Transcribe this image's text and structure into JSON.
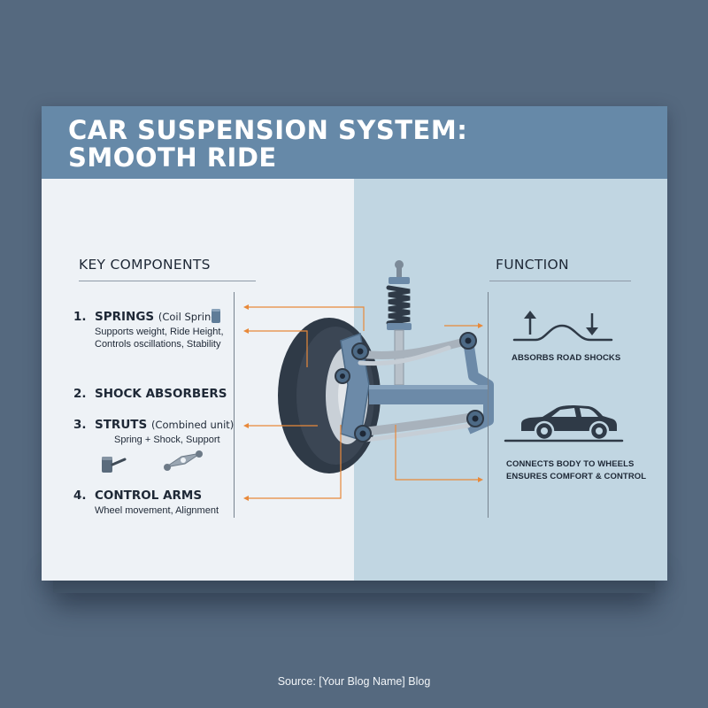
{
  "title": {
    "line1": "CAR SUSPENSION SYSTEM:",
    "line2": "SMOOTH RIDE"
  },
  "components": {
    "heading": "KEY COMPONENTS",
    "items": [
      {
        "number": "1.",
        "name": "SPRINGS",
        "note": "(Coil Spring)",
        "lines": [
          "Supports weight, Ride Height,",
          "Controls oscillations, Stability"
        ]
      },
      {
        "number": "2.",
        "name": "SHOCK ABSORBERS",
        "note": "",
        "lines": []
      },
      {
        "number": "3.",
        "name": "STRUTS",
        "note": "(Combined unit)",
        "lines": [
          "Spring + Shock, Support"
        ]
      },
      {
        "number": "4.",
        "name": "CONTROL ARMS",
        "note": "",
        "lines": [
          "Wheel movement, Alignment"
        ]
      }
    ]
  },
  "function": {
    "heading": "FUNCTION",
    "caption_1": "ABSORBS ROAD SHOCKS",
    "caption_2_line1": "CONNECTS BODY TO WHEELS",
    "caption_2_line2": "ENSURES COMFORT & CONTROL"
  },
  "colors": {
    "header": "#6689a8",
    "left_panel": "#eef2f6",
    "right_panel": "#c1d6e2",
    "leader_lines": "#e8893a",
    "dark": "#1e2836"
  },
  "icons": [
    "coil-spring-icon",
    "strut-icon",
    "control-arm-icon",
    "up-arrow-icon",
    "down-arrow-icon",
    "car-icon"
  ],
  "source": "Source: [Your Blog Name] Blog"
}
